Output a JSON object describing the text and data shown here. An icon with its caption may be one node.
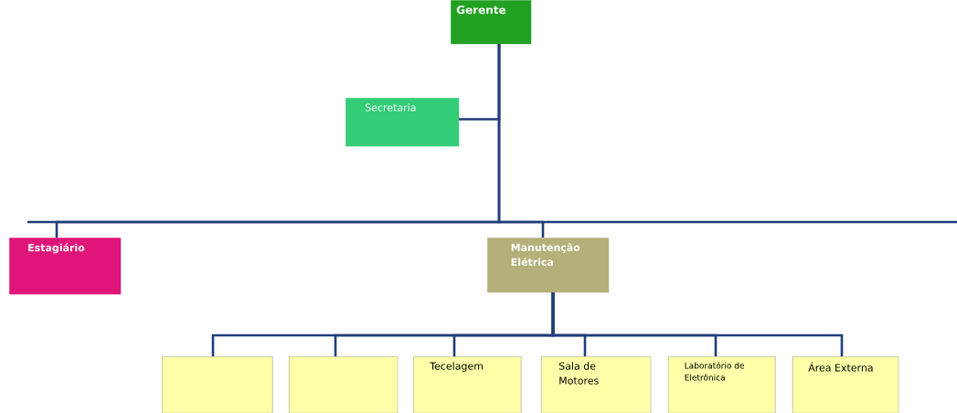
{
  "diagram": {
    "nodes": [
      {
        "text": [
          "Gerente"
        ]
      },
      {
        "text": [
          "Secretaria"
        ]
      },
      {
        "text": [
          "Estagiário"
        ]
      },
      {
        "text": [
          "Manutenção Elétrica"
        ]
      },
      {
        "text": [],
        "shape": "box"
      },
      {
        "text": [],
        "shape": "box"
      },
      {
        "text": [
          "Tecelagem"
        ]
      },
      {
        "text": [
          "Sala de Motores"
        ]
      },
      {
        "text": [
          "Laboratório de Eletrônica"
        ]
      },
      {
        "text": [
          "Área Externa"
        ]
      }
    ],
    "edges": [
      {
        "from": 0,
        "to": 1,
        "arrow": "none"
      },
      {
        "from": 0,
        "to": 2,
        "arrow": "none"
      },
      {
        "from": 0,
        "to": 3,
        "arrow": "none"
      },
      {
        "from": 3,
        "to": 4,
        "arrow": "none"
      },
      {
        "from": 3,
        "to": 5,
        "arrow": "none"
      },
      {
        "from": 3,
        "to": 6,
        "arrow": "none"
      },
      {
        "from": 3,
        "to": 7,
        "arrow": "none"
      },
      {
        "from": 3,
        "to": 8,
        "arrow": "none"
      },
      {
        "from": 3,
        "to": 9,
        "arrow": "none"
      }
    ]
  }
}
